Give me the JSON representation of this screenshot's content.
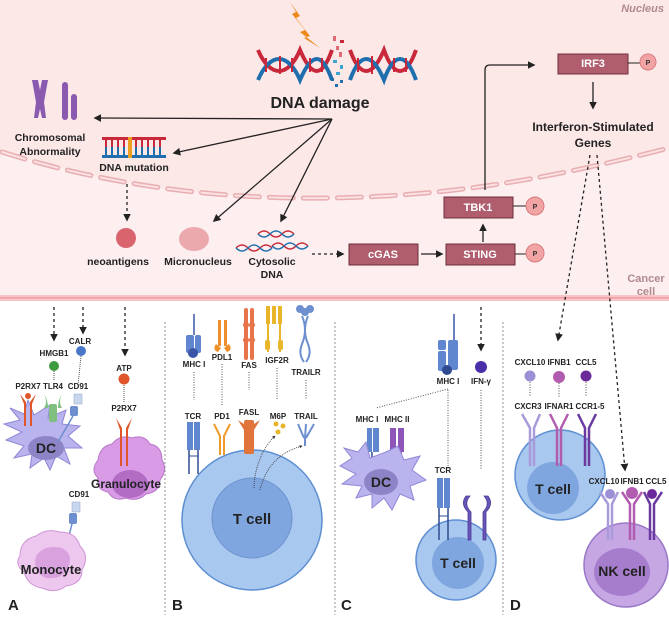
{
  "regions": {
    "nucleus": "Nucleus",
    "cancer_cell_line1": "Cancer",
    "cancer_cell_line2": "cell"
  },
  "top": {
    "dna_damage": "DNA damage",
    "chromosomal_line1": "Chromosomal",
    "chromosomal_line2": "Abnormality",
    "dna_mutation": "DNA mutation",
    "neoantigens": "neoantigens",
    "micronucleus": "Micronucleus",
    "cytosolic_line1": "Cytosolic",
    "cytosolic_line2": "DNA",
    "isg_line1": "Interferon-Stimulated",
    "isg_line2": "Genes"
  },
  "pathway": {
    "cgas": "cGAS",
    "sting": "STING",
    "tbk1": "TBK1",
    "irf3": "IRF3",
    "phospho": "P"
  },
  "panels": {
    "A": {
      "letter": "A",
      "hmgb1": "HMGB1",
      "calr": "CALR",
      "atp": "ATP",
      "p2rx7_dc": "P2RX7",
      "tlr4": "TLR4",
      "cd91_dc": "CD91",
      "p2rx7_gran": "P2RX7",
      "cd91_mono": "CD91",
      "dc": "DC",
      "granulocyte": "Granulocyte",
      "monocyte": "Monocyte"
    },
    "B": {
      "letter": "B",
      "ligands_top": [
        "MHC I",
        "PDL1",
        "FAS",
        "IGF2R",
        "TRAILR"
      ],
      "receptors_bottom": [
        "TCR",
        "PD1",
        "FASL",
        "M6P",
        "TRAIL"
      ],
      "tcell": "T cell"
    },
    "C": {
      "letter": "C",
      "mhc1": "MHC I",
      "ifng": "IFN-γ",
      "dc_mhc1": "MHC I",
      "dc_mhc2": "MHC II",
      "tcr": "TCR",
      "dc": "DC",
      "tcell": "T cell"
    },
    "D": {
      "letter": "D",
      "chemokines": [
        "CXCL10",
        "IFNB1",
        "CCL5"
      ],
      "receptors": [
        "CXCR3",
        "IFNAR1",
        "CCR1-5"
      ],
      "nk_chemokines": [
        "CXCL10",
        "IFNB1",
        "CCL5"
      ],
      "tcell": "T cell",
      "nkcell": "NK cell"
    }
  },
  "colors": {
    "nucleus_bg": "#fde7e8",
    "cell_bg": "#fdf3f3",
    "box_fill": "#b05e6e",
    "box_stroke": "#6e2f3a",
    "phospho_fill": "#f2a3a3",
    "dna_red": "#c8283a",
    "dna_blue": "#1f6fae",
    "bolt": "#ee8a1c",
    "chromosome": "#8a5ab0",
    "tcell_outer": "#a9c8ef",
    "tcell_inner": "#7fa6de",
    "dc": "#b9b3ee",
    "dc_nucleus": "#8c84c6",
    "gran": "#d99be6",
    "mono": "#eec7ef",
    "nk": "#c6a7e4",
    "hmgb1": "#3e9a3e",
    "calr": "#4a78c9",
    "atp": "#e0562a"
  }
}
